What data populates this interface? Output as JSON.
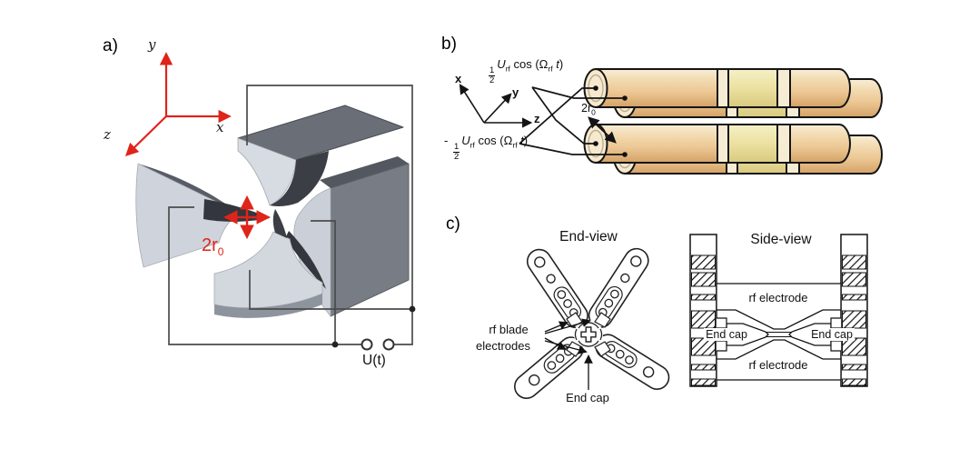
{
  "figure": {
    "panel_a": {
      "label": "a)",
      "axis_x": "x",
      "axis_y": "y",
      "axis_z": "z",
      "gap_text": "2r",
      "gap_sub": "0",
      "voltage": "U(t)"
    },
    "panel_b": {
      "label": "b)",
      "axis_x": "x",
      "axis_y": "y",
      "axis_z": "z",
      "v_top": {
        "sign": "",
        "frac_num": "1",
        "frac_den": "2",
        "sym": "U",
        "sym_sub": "rf",
        "mid": " cos (Ω",
        "mid_sub": "rf",
        "tail_t": " t",
        "tail_close": ")"
      },
      "v_bot": {
        "sign": "- ",
        "frac_num": "1",
        "frac_den": "2",
        "sym": "U",
        "sym_sub": "rf",
        "mid": " cos (Ω",
        "mid_sub": "rf",
        "tail_t": " t",
        "tail_close": ")"
      },
      "gap_text": "2r",
      "gap_sub": "0"
    },
    "panel_c": {
      "label": "c)",
      "end_view": {
        "title": "End-view",
        "blade_label_line1": "rf blade",
        "blade_label_line2": "electrodes",
        "end_cap": "End cap"
      },
      "side_view": {
        "title": "Side-view",
        "rf_electrode_top": "rf electrode",
        "rf_electrode_bottom": "rf electrode",
        "end_cap_left": "End cap",
        "end_cap_right": "End cap"
      }
    },
    "colors": {
      "accent_red": "#df241a",
      "rod_tan": "#f0d8ae",
      "rod_mid_tint": "#ebe09e",
      "electrode_light": "#d4d8df",
      "electrode_dark": "#6a6f77",
      "line_black": "#141414",
      "wire_gray": "#4b4b4b"
    }
  }
}
